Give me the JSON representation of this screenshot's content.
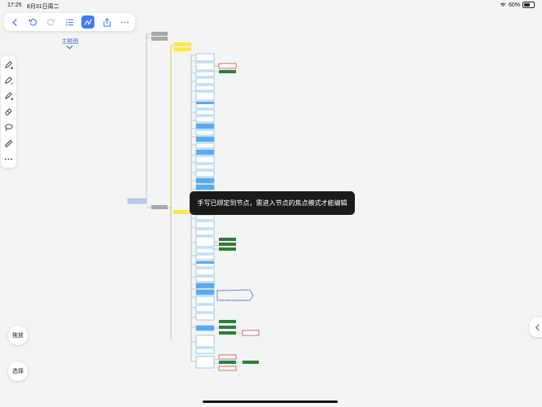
{
  "status_bar": {
    "time": "17:25",
    "date": "8月31日周二",
    "battery": "60%"
  },
  "toolbar": {
    "icons": [
      "back-icon",
      "undo-icon",
      "redo-icon",
      "outline-list-icon",
      "handwriting-icon",
      "share-icon",
      "more-icon"
    ]
  },
  "map": {
    "title": "主题图"
  },
  "side_tools": {
    "icons": [
      "pen-icon",
      "marker-icon",
      "highlighter-icon",
      "eraser-icon",
      "lasso-icon",
      "ruler-icon",
      "more-icon"
    ]
  },
  "buttons": {
    "zoom_label": "拖放",
    "select_label": "选择"
  },
  "toast": {
    "message": "手写已绑定到节点，需进入节点的焦点模式才能编辑"
  },
  "colors": {
    "accent": "#3e7cf0",
    "node_blue": "#5aaaf0",
    "node_yellow": "#ffe84a",
    "node_gray": "#a8a8a8",
    "node_green": "#2f7d3a",
    "node_red": "#c22f2f"
  }
}
